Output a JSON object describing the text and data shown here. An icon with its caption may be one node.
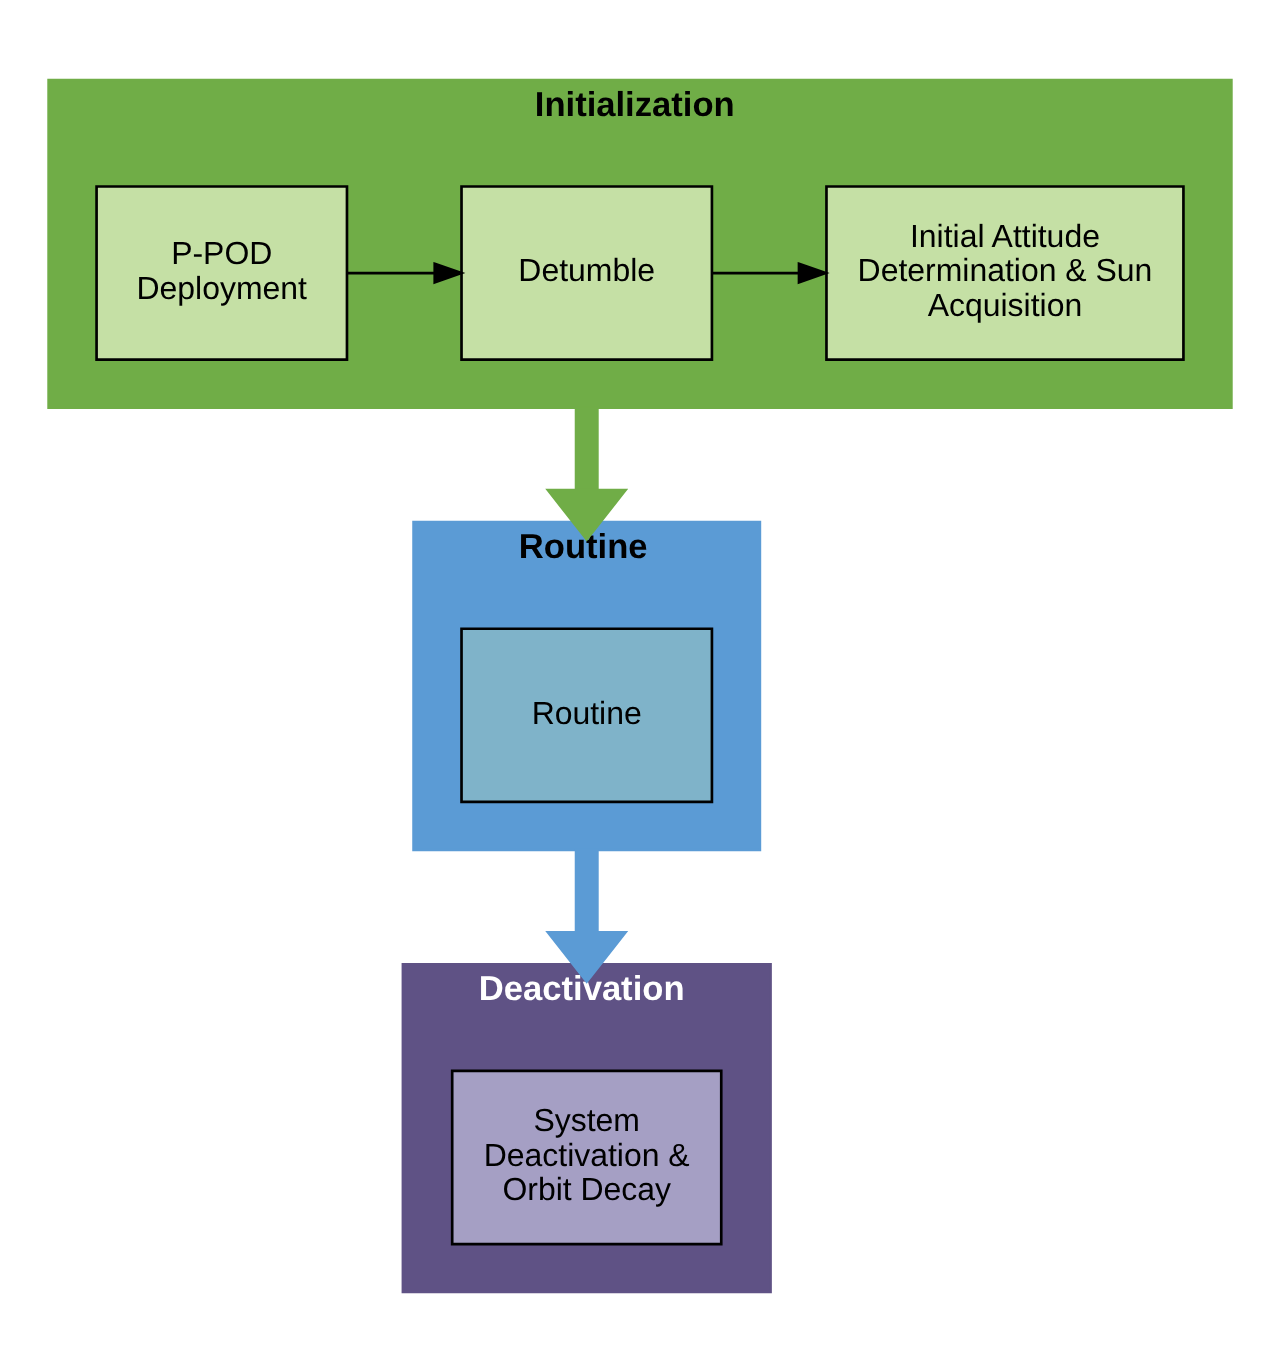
{
  "diagram": {
    "nodes": [
      {
        "text": [
          "Initialization"
        ]
      },
      {
        "text": [
          "P-POD Deployment"
        ],
        "in": 0
      },
      {
        "text": [
          "Detumble"
        ],
        "in": 0
      },
      {
        "text": [
          "Initial Attitude Determination & Sun Acquisition"
        ],
        "in": 0
      },
      {
        "text": [
          "Routine"
        ]
      },
      {
        "text": [
          "Routine"
        ],
        "in": 4
      },
      {
        "text": [
          "Deactivation"
        ]
      },
      {
        "text": [
          "System Deactivation & Orbit Decay"
        ],
        "in": 6
      }
    ],
    "edges": [
      {
        "from": 1,
        "to": 2,
        "arrow": "to"
      },
      {
        "from": 2,
        "to": 3,
        "arrow": "to"
      },
      {
        "from": 0,
        "to": 4,
        "arrow": "to",
        "style": "thick",
        "color": "#70ad47"
      },
      {
        "from": 4,
        "to": 6,
        "arrow": "to",
        "style": "thick",
        "color": "#5b9bd5"
      }
    ]
  }
}
